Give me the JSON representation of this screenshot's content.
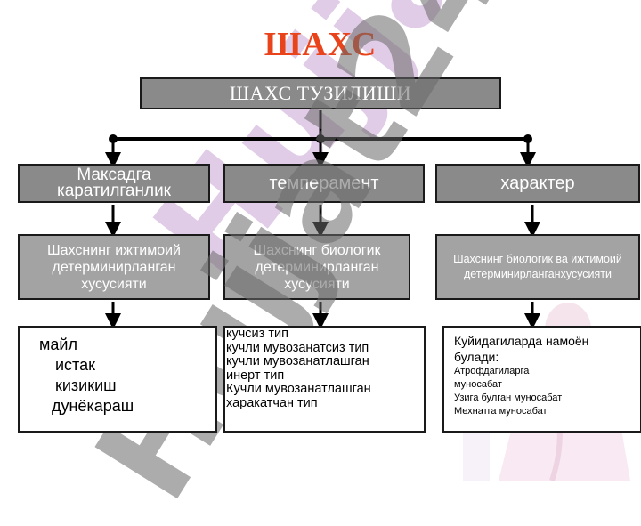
{
  "title": "ШАХС",
  "root": {
    "label": "ШАХС ТУЗИЛИШИ"
  },
  "categories": [
    {
      "label": "Максадга каратилганлик"
    },
    {
      "label": "темперамент"
    },
    {
      "label": "характер"
    }
  ],
  "descriptions": [
    {
      "text": "Шахснинг ижтимоий детерминирланган хусусияти"
    },
    {
      "text": "Шахснинг биологик детерминирланган хусусияти"
    },
    {
      "text": "Шахснинг биологик ва ижтимоий детерминирланганхусусияти"
    }
  ],
  "details": {
    "goals": [
      "майл",
      "истак",
      "кизикиш",
      "дунёкараш"
    ],
    "temperament_types": [
      "кучсиз тип",
      "кучли мувозанатсиз тип",
      "кучли мувозанатлашган",
      "инерт тип",
      "Кучли мувозанатлашган",
      "харакатчан тип"
    ],
    "character": {
      "lead_lines": [
        "Куйидагиларда намоён",
        "булади:"
      ],
      "items": [
        "Атрофдагиларга",
        "муносабат",
        "Узига булган муносабат",
        "Мехнатга муносабат"
      ]
    }
  },
  "watermark": {
    "text": "Hujjat24"
  },
  "colors": {
    "title": "#e8431a",
    "box_dark": "#8a8a8a",
    "box_mid": "#a3a3a3",
    "connector": "#000000",
    "watermark": "#c9a3d6"
  }
}
